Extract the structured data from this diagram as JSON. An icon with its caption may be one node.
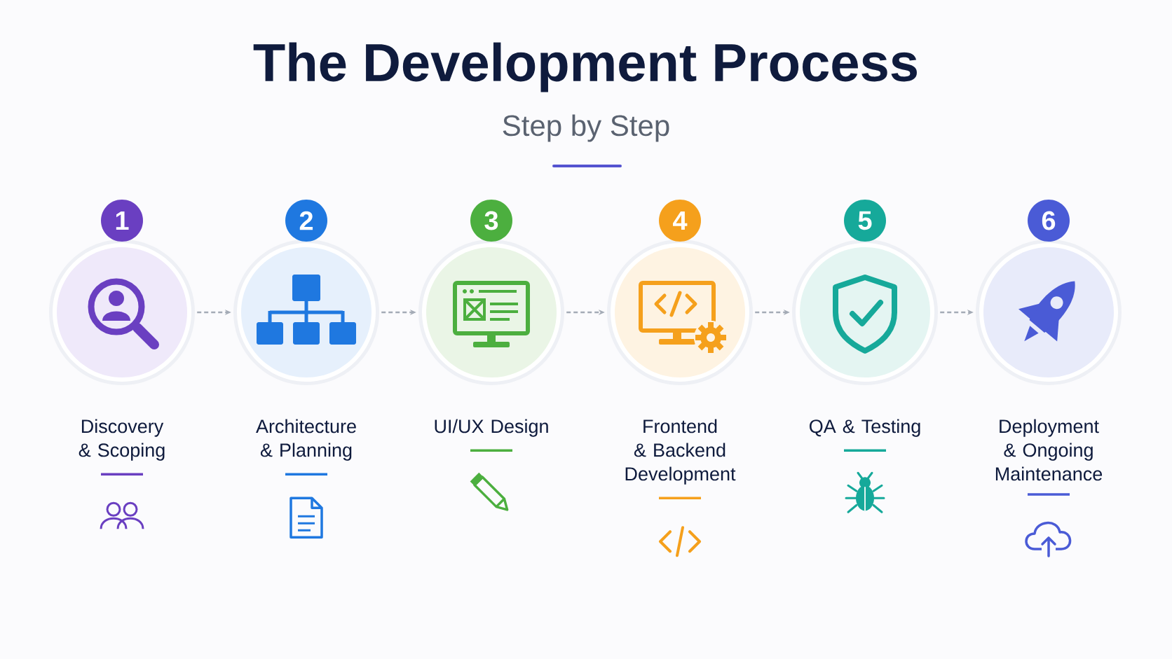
{
  "diagram": {
    "title": "The Development Process",
    "nodes": [
      {
        "text": [
          "1"
        ],
        "beside": [
          "Discovery & Scoping"
        ]
      },
      {
        "text": [
          "2"
        ],
        "beside": [
          "Architecture & Planning"
        ]
      },
      {
        "text": [
          "3"
        ],
        "beside": [
          "UI/UX Design"
        ]
      },
      {
        "text": [
          "4"
        ],
        "beside": [
          "Frontend & Backend Development"
        ]
      },
      {
        "text": [
          "5"
        ],
        "beside": [
          "QA & Testing"
        ]
      },
      {
        "text": [
          "6"
        ],
        "beside": [
          "Deployment & Ongoing Maintenance"
        ]
      }
    ],
    "edges": [
      {
        "from": 0,
        "to": 1,
        "arrow": "to",
        "style": "dashed"
      },
      {
        "from": 1,
        "to": 2,
        "arrow": "to",
        "style": "dashed"
      },
      {
        "from": 2,
        "to": 3,
        "arrow": "to",
        "style": "dashed"
      },
      {
        "from": 3,
        "to": 4,
        "arrow": "to",
        "style": "dashed"
      },
      {
        "from": 4,
        "to": 5,
        "arrow": "to",
        "style": "dashed"
      }
    ],
    "labels": [
      "Step by Step"
    ]
  }
}
